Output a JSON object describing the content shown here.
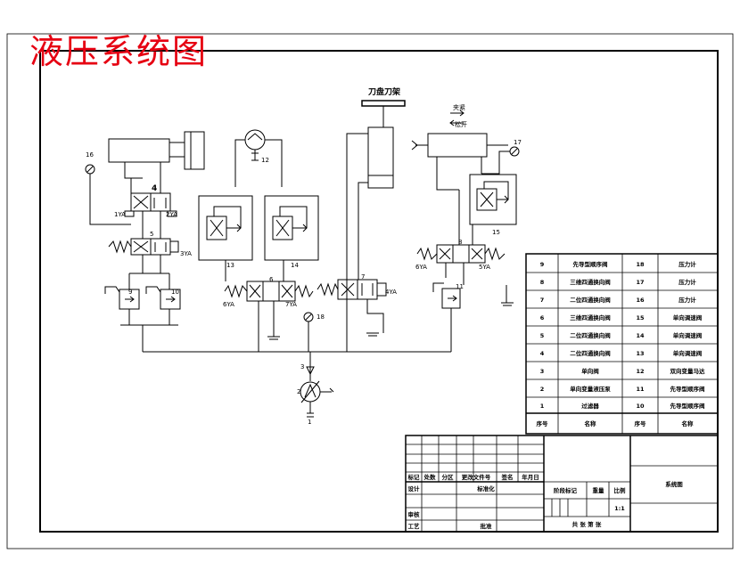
{
  "title": "液压系统图",
  "turret_label": "刀盘刀架",
  "clamp_labels": [
    "夹紧",
    "松开"
  ],
  "components": {
    "c1": "1",
    "c2": "2",
    "c3": "3",
    "c4": "4",
    "c5": "5",
    "c6": "6",
    "c7": "7",
    "c8": "8",
    "c9": "9",
    "c10": "10",
    "c11": "11",
    "c12": "12",
    "c13": "13",
    "c14": "14",
    "c15": "15",
    "c16": "16",
    "c17": "17",
    "c18": "18"
  },
  "solenoids": [
    "1YA",
    "2YA",
    "3YA",
    "6YA",
    "7YA",
    "4YA",
    "6YA",
    "5YA"
  ],
  "parts_table": {
    "rows": [
      {
        "no": "9",
        "name": "先导型顺序阀",
        "no2": "18",
        "name2": "压力计"
      },
      {
        "no": "8",
        "name": "三维四通换向阀",
        "no2": "17",
        "name2": "压力计"
      },
      {
        "no": "7",
        "name": "二位四通换向阀",
        "no2": "16",
        "name2": "压力计"
      },
      {
        "no": "6",
        "name": "三维四通换向阀",
        "no2": "15",
        "name2": "单向调速阀"
      },
      {
        "no": "5",
        "name": "二位四通换向阀",
        "no2": "14",
        "name2": "单向调速阀"
      },
      {
        "no": "4",
        "name": "二位四通换向阀",
        "no2": "13",
        "name2": "单向调速阀"
      },
      {
        "no": "3",
        "name": "单向阀",
        "no2": "12",
        "name2": "双向变量马达"
      },
      {
        "no": "2",
        "name": "单向变量液压泵",
        "no2": "11",
        "name2": "先导型顺序阀"
      },
      {
        "no": "1",
        "name": "过滤器",
        "no2": "10",
        "name2": "先导型顺序阀"
      }
    ],
    "footer": {
      "no": "序号",
      "name": "名称",
      "no2": "序号",
      "name2": "名称"
    }
  },
  "title_block": {
    "row_headers": [
      "标记",
      "处数",
      "分区",
      "更改文件号",
      "签名",
      "年月日"
    ],
    "design": "设计",
    "standard": "标准化",
    "review": "审核",
    "process": "工艺",
    "approve": "批准",
    "stage": "阶段标记",
    "weight": "重量",
    "scale": "比例",
    "scale_value": "1:1",
    "sheets": "共 张 第 张",
    "drawing_name": "系统图"
  }
}
